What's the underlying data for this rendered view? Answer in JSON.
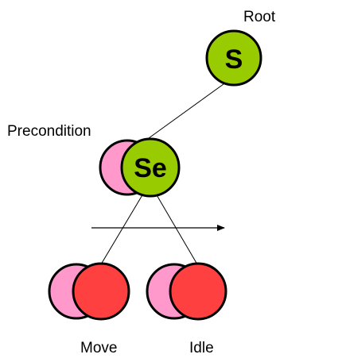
{
  "colors": {
    "selector_fill": "#99cc00",
    "precondition_fill": "#ff99cc",
    "action_fill": "#ff4040",
    "stroke": "#000000",
    "line": "#000000"
  },
  "labels": {
    "root": "Root",
    "precondition": "Precondition",
    "move": "Move",
    "idle": "Idle"
  },
  "nodes": {
    "root_symbol": "S",
    "selector_symbol": "Se"
  },
  "icons": {
    "arrow": "right-arrow-icon"
  }
}
